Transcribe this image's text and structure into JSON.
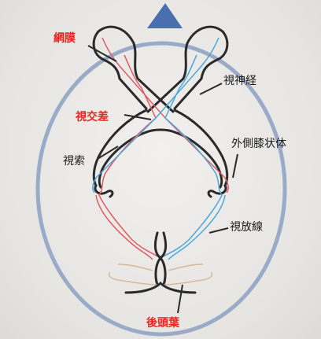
{
  "labels": {
    "retina": "網膜",
    "optic_chiasm": "視交差",
    "optic_nerve": "視神経",
    "optic_tract": "視索",
    "lgn": "外側膝状体",
    "optic_radiation": "視放線",
    "occipital_lobe": "後頭葉"
  },
  "colors": {
    "left_pathway": "#e05a63",
    "right_pathway": "#4aa8d8",
    "outline": "#2a2a2a",
    "head": "#9aabc8",
    "nose": "#4a6fae",
    "label_red": "#e8231f"
  }
}
